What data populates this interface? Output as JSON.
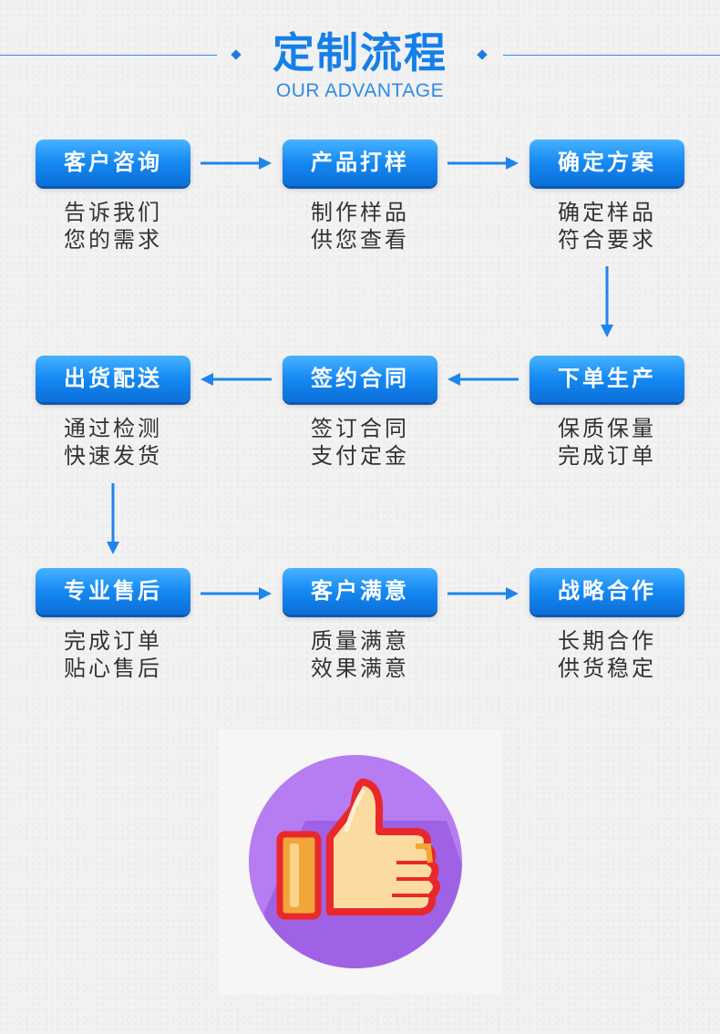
{
  "header": {
    "title": "定制流程",
    "subtitle": "OUR ADVANTAGE"
  },
  "steps": [
    {
      "label": "客户咨询",
      "line1": "告诉我们",
      "line2": "您的需求"
    },
    {
      "label": "产品打样",
      "line1": "制作样品",
      "line2": "供您查看"
    },
    {
      "label": "确定方案",
      "line1": "确定样品",
      "line2": "符合要求"
    },
    {
      "label": "出货配送",
      "line1": "通过检测",
      "line2": "快速发货"
    },
    {
      "label": "签约合同",
      "line1": "签订合同",
      "line2": "支付定金"
    },
    {
      "label": "下单生产",
      "line1": "保质保量",
      "line2": "完成订单"
    },
    {
      "label": "专业售后",
      "line1": "完成订单",
      "line2": "贴心售后"
    },
    {
      "label": "客户满意",
      "line1": "质量满意",
      "line2": "效果满意"
    },
    {
      "label": "战略合作",
      "line1": "长期合作",
      "line2": "供货稳定"
    }
  ],
  "colors": {
    "accent": "#1580ea",
    "arrow": "#1e86ea",
    "circle": "#b47af0",
    "thumb_fill": "#fbdba0",
    "thumb_outline": "#e8282a"
  },
  "icons": {
    "thumbs_up": "thumbs-up-icon"
  }
}
